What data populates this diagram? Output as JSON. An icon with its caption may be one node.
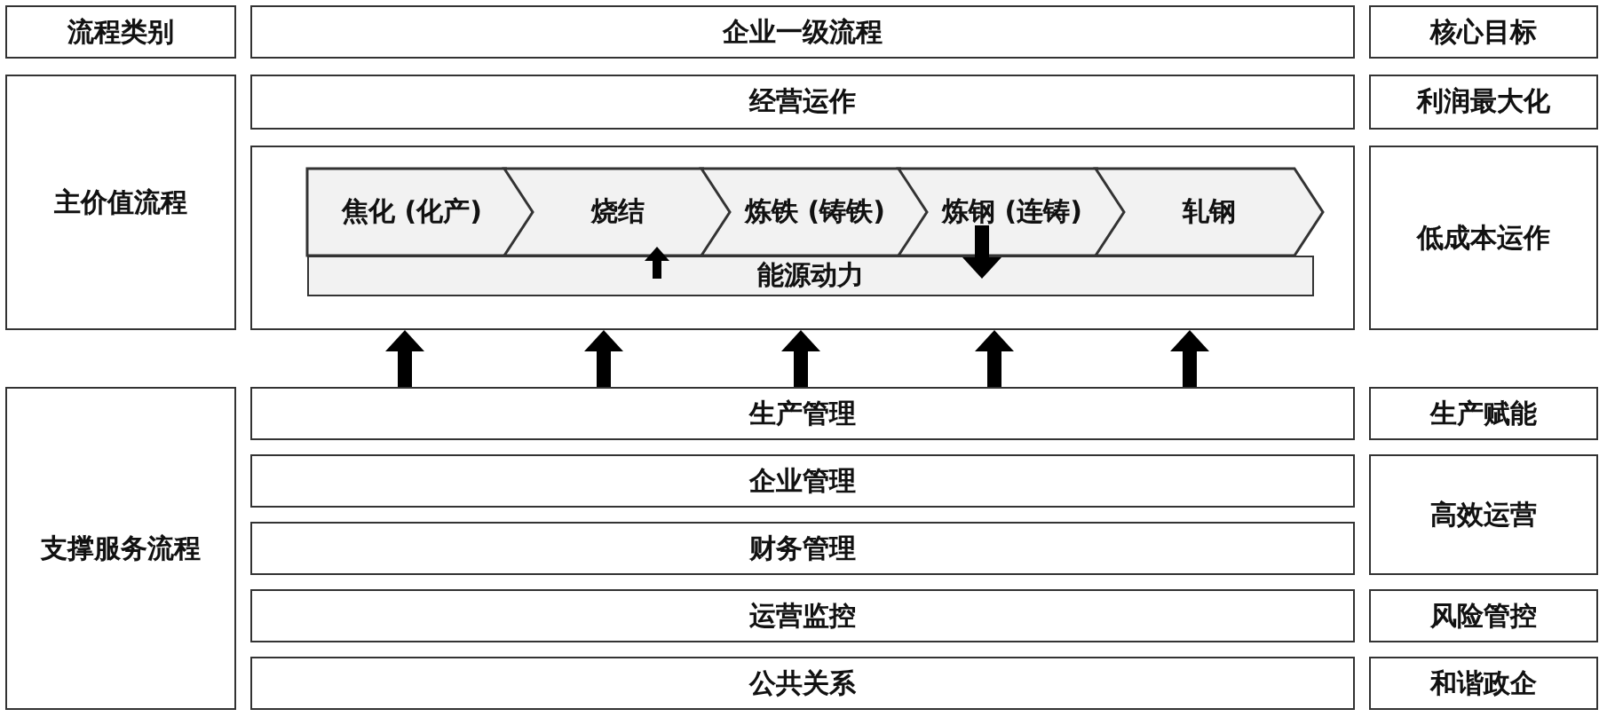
{
  "diagram": {
    "nodes": [
      {
        "text": [
          "流程类别"
        ]
      },
      {
        "text": [
          "企业一级流程"
        ]
      },
      {
        "text": [
          "核心目标"
        ]
      },
      {
        "text": [
          "主价值流程"
        ]
      },
      {
        "text": [
          "经营运作"
        ]
      },
      {
        "text": [
          "利润最大化"
        ]
      },
      {
        "text": [],
        "shape": "box"
      },
      {
        "text": [
          "焦化 (化产)"
        ],
        "in": 6
      },
      {
        "text": [
          "烧结"
        ],
        "in": 6
      },
      {
        "text": [
          "炼铁 (铸铁)"
        ],
        "in": 6
      },
      {
        "text": [
          "炼钢 (连铸)"
        ],
        "in": 6
      },
      {
        "text": [
          "轧钢"
        ],
        "in": 6
      },
      {
        "text": [
          "能源动力"
        ],
        "in": 6
      },
      {
        "text": [
          "低成本运作"
        ]
      },
      {
        "text": [
          "支撑服务流程"
        ]
      },
      {
        "text": [
          "生产管理"
        ]
      },
      {
        "text": [
          "企业管理"
        ]
      },
      {
        "text": [
          "财务管理"
        ]
      },
      {
        "text": [
          "运营监控"
        ]
      },
      {
        "text": [
          "公共关系"
        ]
      },
      {
        "text": [
          "生产赋能"
        ]
      },
      {
        "text": [
          "高效运营"
        ]
      },
      {
        "text": [
          "风险管控"
        ]
      },
      {
        "text": [
          "和谐政企"
        ]
      }
    ],
    "edges": [
      {
        "from": 15,
        "to": 6,
        "arrow": "to"
      },
      {
        "from": 15,
        "to": 6,
        "arrow": "to"
      },
      {
        "from": 15,
        "to": 6,
        "arrow": "to"
      },
      {
        "from": 15,
        "to": 6,
        "arrow": "to"
      },
      {
        "from": 15,
        "to": 6,
        "arrow": "to"
      },
      {
        "from": 12,
        "to": 8,
        "arrow": "to"
      },
      {
        "from": 10,
        "to": 12,
        "arrow": "to"
      }
    ]
  }
}
